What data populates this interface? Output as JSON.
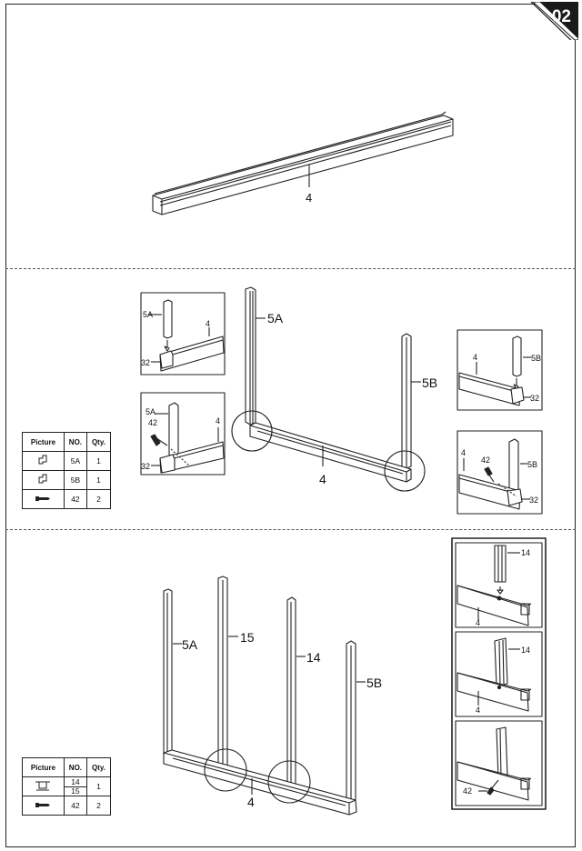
{
  "page_number": "02",
  "step1": {
    "part_label": "4"
  },
  "step2": {
    "labels": {
      "post_left": "5A",
      "post_right": "5B",
      "rail": "4"
    },
    "detail_tl": {
      "post": "5A",
      "rail": "4",
      "connector": "32"
    },
    "detail_bl": {
      "post": "5A",
      "screw": "42",
      "rail": "4",
      "connector": "32"
    },
    "detail_tr": {
      "post": "5B",
      "rail": "4",
      "connector": "32"
    },
    "detail_br": {
      "rail": "4",
      "screw": "42",
      "post": "5B",
      "connector": "32"
    },
    "table": {
      "headers": [
        "Picture",
        "NO.",
        "Qty."
      ],
      "rows": [
        {
          "picture_icon": "corner-connector-icon",
          "no": "5A",
          "qty": "1"
        },
        {
          "picture_icon": "corner-connector-icon",
          "no": "5B",
          "qty": "1"
        },
        {
          "picture_icon": "screw-icon",
          "no": "42",
          "qty": "2"
        }
      ]
    }
  },
  "step3": {
    "labels": {
      "post_left": "5A",
      "post_mid1": "15",
      "post_mid2": "14",
      "post_right": "5B",
      "rail": "4"
    },
    "detail1": {
      "post": "14",
      "rail": "4"
    },
    "detail2": {
      "post": "14",
      "rail": "4"
    },
    "detail3": {
      "screw": "42"
    },
    "table": {
      "headers": [
        "Picture",
        "NO.",
        "Qty."
      ],
      "rows": [
        {
          "picture_icon": "t-connector-icon",
          "no_top": "14",
          "no_bottom": "15",
          "qty": "1"
        },
        {
          "picture_icon": "screw-icon",
          "no": "42",
          "qty": "2"
        }
      ]
    }
  }
}
